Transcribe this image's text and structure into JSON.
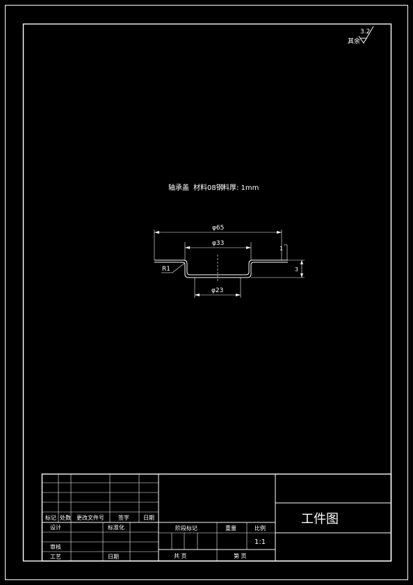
{
  "surface_finish": {
    "remaining_label": "其余",
    "roughness": "3.2"
  },
  "part_note": {
    "name": "轴承盖",
    "material": "材料08钢",
    "thickness": "料厚: 1mm"
  },
  "dimensions": {
    "outer_diameter": "φ65",
    "middle_diameter": "φ33",
    "inner_diameter": "φ23",
    "fillet_radius": "R1",
    "flange_height": "1",
    "depth": "3"
  },
  "title_block": {
    "left_headers": [
      "标记",
      "处数",
      "更改文件号",
      "签字",
      "日期"
    ],
    "design_label": "设计",
    "standardize_label": "标准化",
    "review_label": "审核",
    "process_label": "工艺",
    "date_label": "日期",
    "stage_mark_label": "阶段标记",
    "weight_label": "重量",
    "scale_label": "比例",
    "scale_value": "1:1",
    "sheet_total_label": "共    页",
    "sheet_number_label": "第    页",
    "drawing_title": "工件图"
  },
  "colors": {
    "background": "#000000",
    "line": "#ffffff"
  }
}
